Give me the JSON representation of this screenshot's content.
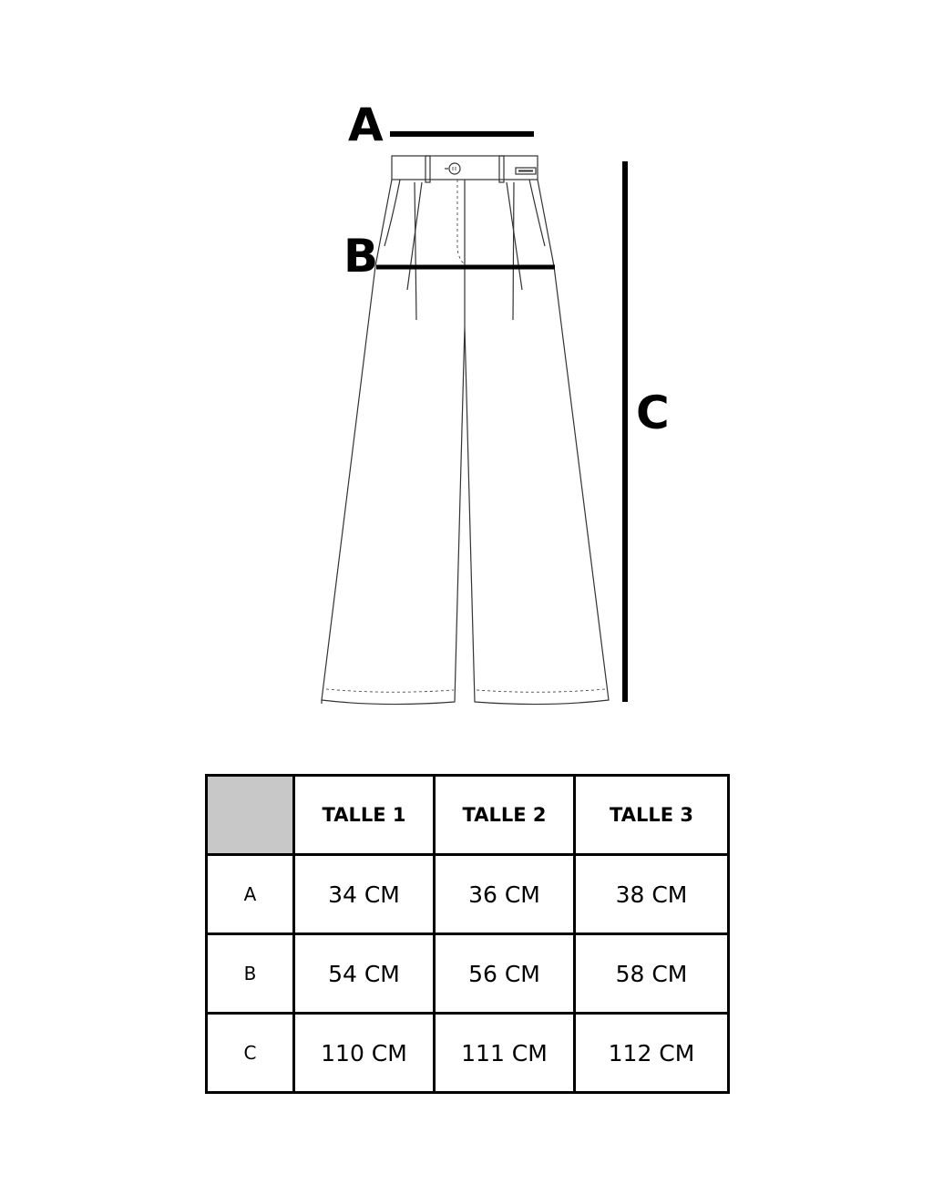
{
  "diagram": {
    "labels": {
      "a": "A",
      "b": "B",
      "c": "C"
    },
    "brand_tag_icon": "brand-label-icon",
    "button_icon": "button-icon",
    "line_color": "#000000",
    "sketch_color": "#333333"
  },
  "table": {
    "header_fill": "#c8c8c8",
    "columns": [
      "TALLE 1",
      "TALLE 2",
      "TALLE 3"
    ],
    "rows": [
      {
        "label": "A",
        "values": [
          "34 CM",
          "36 CM",
          "38 CM"
        ]
      },
      {
        "label": "B",
        "values": [
          "54 CM",
          "56 CM",
          "58 CM"
        ]
      },
      {
        "label": "C",
        "values": [
          "110 CM",
          "111 CM",
          "112 CM"
        ]
      }
    ]
  }
}
